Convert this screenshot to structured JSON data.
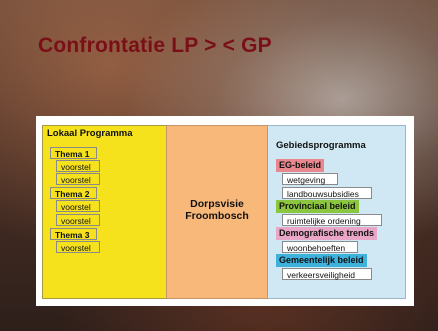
{
  "title": "Confrontatie LP > < GP",
  "lokaal": {
    "header": "Lokaal Programma",
    "items": [
      {
        "label": "Thema 1",
        "bold": true
      },
      {
        "label": "voorstel",
        "bold": false
      },
      {
        "label": "voorstel",
        "bold": false
      },
      {
        "label": "Thema 2",
        "bold": true
      },
      {
        "label": "voorstel",
        "bold": false
      },
      {
        "label": "voorstel",
        "bold": false
      },
      {
        "label": "Thema 3",
        "bold": true
      },
      {
        "label": "voorstel",
        "bold": false
      }
    ]
  },
  "center": {
    "line1": "Dorpsvisie",
    "line2": "Froombosch"
  },
  "gebied": {
    "header": "Gebiedsprogramma",
    "groups": [
      {
        "label": "EG-beleid",
        "color": "#e9868e",
        "items": [
          "wetgeving",
          "landbouwsubsidies"
        ]
      },
      {
        "label": "Provinciaal beleid",
        "color": "#8cc63e",
        "items": [
          "ruimtelijke ordening"
        ]
      },
      {
        "label": "Demografische trends",
        "color": "#e9a6c6",
        "items": [
          "woonbehoeften"
        ]
      },
      {
        "label": "Gemeentelijk beleid",
        "color": "#3fb2dc",
        "items": [
          "verkeersveiligheid"
        ]
      }
    ]
  }
}
